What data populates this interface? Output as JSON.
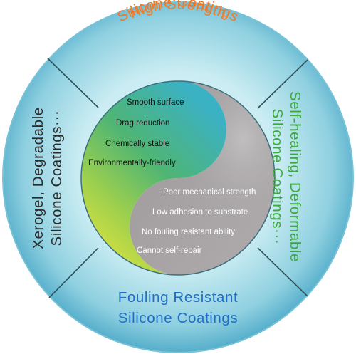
{
  "segments": {
    "top": {
      "line1": "High Strength",
      "line2": "Silicone Coatings",
      "color": "#f07a2a"
    },
    "right": {
      "line1": "Self-healing, Deformable",
      "line2": "Silicone Coatings···",
      "color": "#3aaa3a"
    },
    "bottom": {
      "line1": "Fouling Resistant",
      "line2": "Silicone Coatings",
      "color": "#1f6fc9"
    },
    "left": {
      "line1": "Xerogel, Degradable",
      "line2": "Silicone Coatings···",
      "color": "#2b2b2b"
    }
  },
  "advantages": [
    "Smooth surface",
    "Drag reduction",
    "Chemically stable",
    "Environmentally-friendly"
  ],
  "disadvantages": [
    "Poor mechanical strength",
    "Low adhesion to substrate",
    "No fouling resistant ability",
    "Cannot self-repair"
  ],
  "colors": {
    "ring_light": "#d6f1f5",
    "ring_dark": "#5fb7cf",
    "divider": "#2f4f58",
    "yin_green": "#56b86a",
    "yin_yellow": "#e2e23c",
    "yin_cyan": "#3fb3c6",
    "yang_gray": "#a6a2a3",
    "advantage_text": "#111111",
    "disadvantage_text": "#ffffff"
  }
}
